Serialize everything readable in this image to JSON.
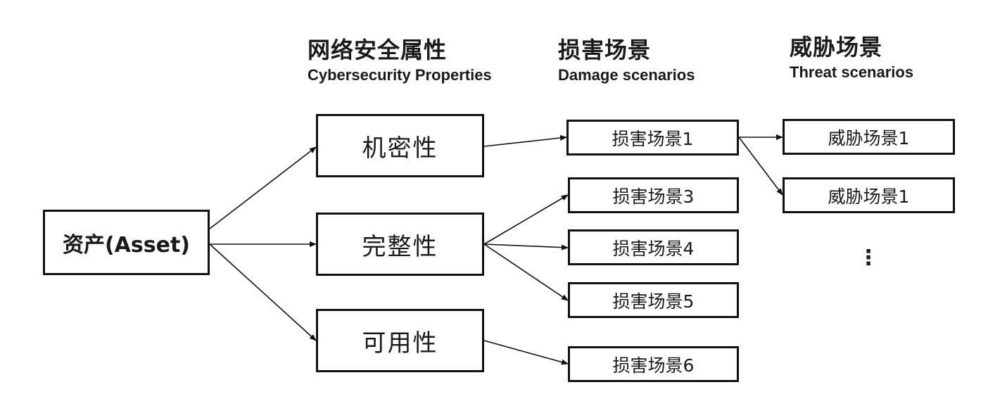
{
  "headers": {
    "properties": {
      "zh": "网络安全属性",
      "en": "Cybersecurity Properties"
    },
    "damage": {
      "zh": "损害场景",
      "en": "Damage scenarios"
    },
    "threat": {
      "zh": "威胁场景",
      "en": "Threat scenarios"
    }
  },
  "asset": "资产(Asset)",
  "properties": [
    "机密性",
    "完整性",
    "可用性"
  ],
  "damage_scenarios": [
    "损害场景1",
    "损害场景3",
    "损害场景4",
    "损害场景5",
    "损害场景6"
  ],
  "threat_scenarios": [
    "威胁场景1",
    "威胁场景1"
  ],
  "more_indicator": "⋮",
  "colors": {
    "line": "#111111",
    "box_border": "#111111",
    "background": "#ffffff"
  }
}
